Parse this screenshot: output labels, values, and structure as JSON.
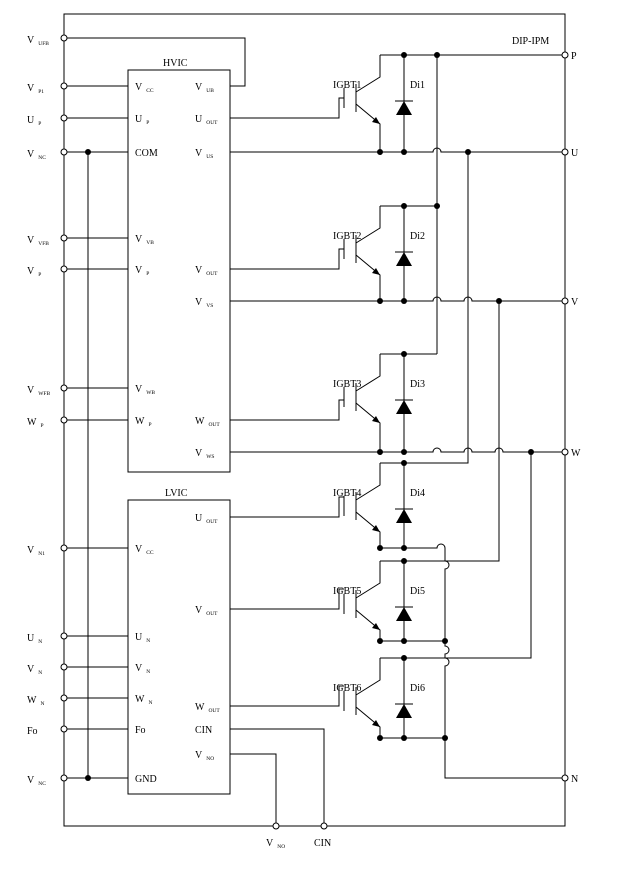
{
  "module_title": "DIP-IPM",
  "hvic": {
    "title": "HVIC",
    "left_pins": [
      {
        "main": "V",
        "sub": "CC"
      },
      {
        "main": "U",
        "sub": "P"
      },
      {
        "main": "COM",
        "sub": ""
      },
      {
        "main": "V",
        "sub": "VB"
      },
      {
        "main": "V",
        "sub": "P"
      },
      {
        "main": "V",
        "sub": "WB"
      },
      {
        "main": "W",
        "sub": "P"
      }
    ],
    "right_pins": [
      {
        "main": "V",
        "sub": "UB"
      },
      {
        "main": "U",
        "sub": "OUT"
      },
      {
        "main": "V",
        "sub": "US"
      },
      {
        "main": "V",
        "sub": "OUT"
      },
      {
        "main": "V",
        "sub": "VS"
      },
      {
        "main": "W",
        "sub": "OUT"
      },
      {
        "main": "V",
        "sub": "WS"
      }
    ]
  },
  "lvic": {
    "title": "LVIC",
    "left_pins": [
      {
        "main": "V",
        "sub": "CC"
      },
      {
        "main": "U",
        "sub": "N"
      },
      {
        "main": "V",
        "sub": "N"
      },
      {
        "main": "W",
        "sub": "N"
      },
      {
        "main": "Fo",
        "sub": ""
      },
      {
        "main": "GND",
        "sub": ""
      }
    ],
    "right_pins": [
      {
        "main": "U",
        "sub": "OUT"
      },
      {
        "main": "V",
        "sub": "OUT"
      },
      {
        "main": "W",
        "sub": "OUT"
      },
      {
        "main": "CIN",
        "sub": ""
      },
      {
        "main": "V",
        "sub": "NO"
      }
    ]
  },
  "left_terminals": [
    {
      "main": "V",
      "sub": "UFB"
    },
    {
      "main": "V",
      "sub": "P1"
    },
    {
      "main": "U",
      "sub": "P"
    },
    {
      "main": "V",
      "sub": "NC"
    },
    {
      "main": "V",
      "sub": "VFB"
    },
    {
      "main": "V",
      "sub": "P"
    },
    {
      "main": "V",
      "sub": "WFB"
    },
    {
      "main": "W",
      "sub": "P"
    },
    {
      "main": "V",
      "sub": "N1"
    },
    {
      "main": "U",
      "sub": "N"
    },
    {
      "main": "V",
      "sub": "N"
    },
    {
      "main": "W",
      "sub": "N"
    },
    {
      "main": "Fo",
      "sub": ""
    },
    {
      "main": "V",
      "sub": "NC"
    }
  ],
  "right_terminals": [
    "P",
    "U",
    "V",
    "W",
    "N"
  ],
  "bottom_terminals": [
    {
      "main": "V",
      "sub": "NO"
    },
    {
      "main": "CIN",
      "sub": ""
    }
  ],
  "igbts": [
    "IGBT1",
    "IGBT2",
    "IGBT3",
    "IGBT4",
    "IGBT5",
    "IGBT6"
  ],
  "diodes": [
    "Di1",
    "Di2",
    "Di3",
    "Di4",
    "Di5",
    "Di6"
  ]
}
